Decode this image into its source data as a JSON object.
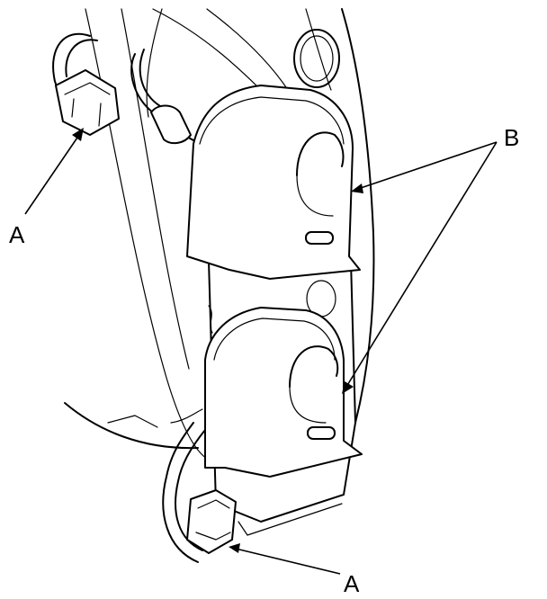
{
  "diagram": {
    "callouts": [
      {
        "id": "A1",
        "label": "A"
      },
      {
        "id": "B",
        "label": "B"
      },
      {
        "id": "A2",
        "label": "A"
      }
    ],
    "colors": {
      "line": "#000000",
      "background": "#ffffff"
    }
  }
}
